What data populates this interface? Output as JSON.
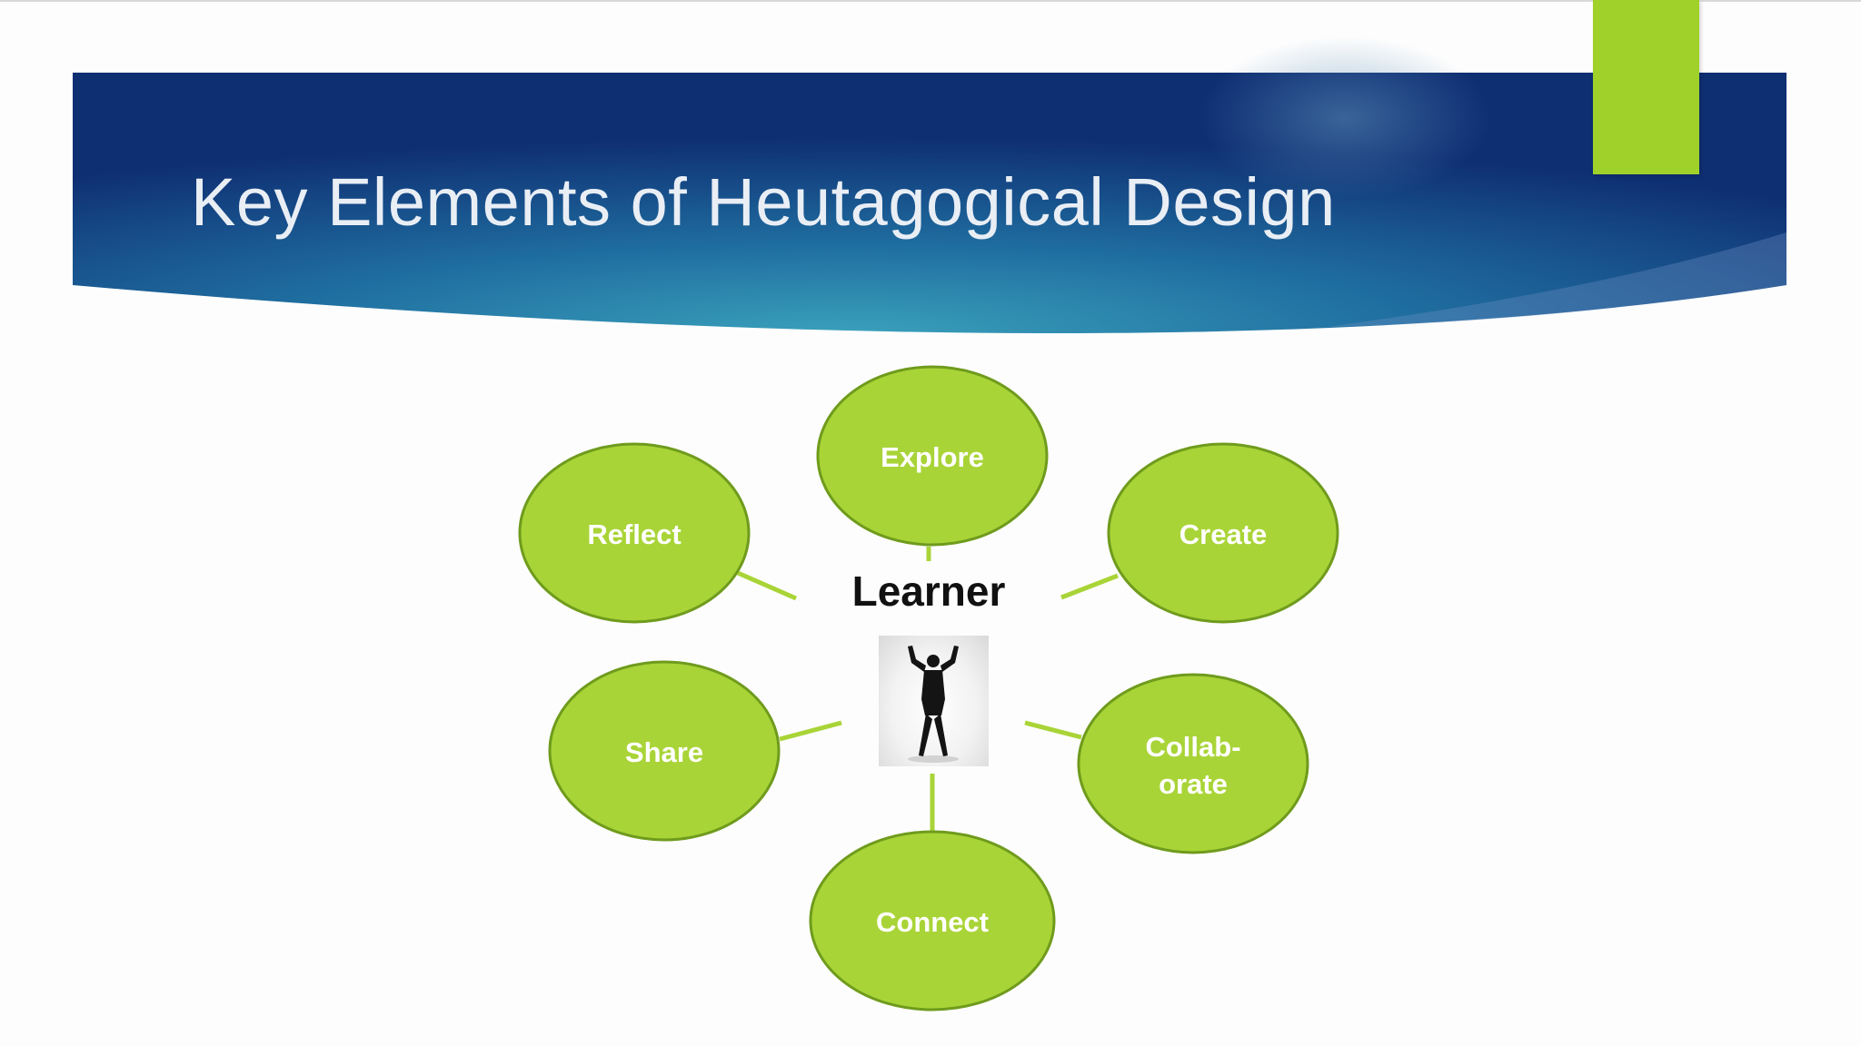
{
  "slide": {
    "title": "Key Elements of Heutagogical Design"
  },
  "diagram": {
    "center": {
      "label": "Learner",
      "image_icon": "person-arms-raised-silhouette"
    },
    "nodes": [
      {
        "id": "explore",
        "lines": [
          "Explore"
        ]
      },
      {
        "id": "create",
        "lines": [
          "Create"
        ]
      },
      {
        "id": "collaborate",
        "lines": [
          "Collab-",
          "orate"
        ]
      },
      {
        "id": "connect",
        "lines": [
          "Connect"
        ]
      },
      {
        "id": "share",
        "lines": [
          "Share"
        ]
      },
      {
        "id": "reflect",
        "lines": [
          "Reflect"
        ]
      }
    ]
  },
  "colors": {
    "banner_dark": "#0f2f73",
    "banner_light": "#2b8fb0",
    "accent_green": "#9fd12a",
    "bubble_fill": "#a9d437",
    "bubble_stroke": "#6f9b1d",
    "connector": "#a9d437"
  }
}
